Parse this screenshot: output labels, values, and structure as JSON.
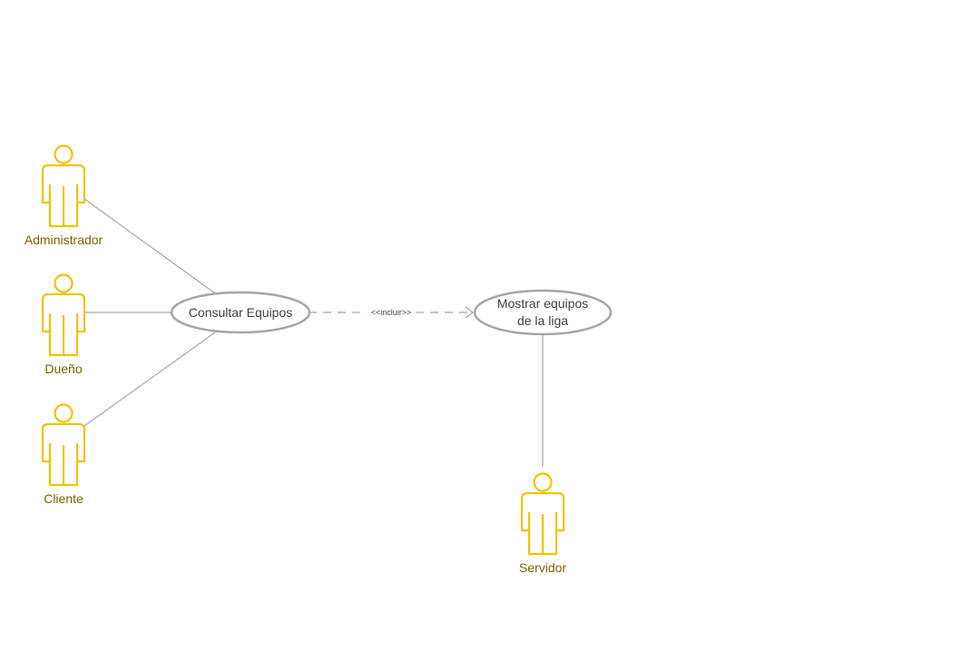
{
  "actors": {
    "administrador": "Administrador",
    "dueno": "Dueño",
    "cliente": "Cliente",
    "servidor": "Servidor"
  },
  "use_cases": {
    "consultar_line1": "Consultar Equipos",
    "mostrar_line1": "Mostrar equipos",
    "mostrar_line2": "de la liga"
  },
  "relations": {
    "include_label": "<<incluir>>"
  },
  "colors": {
    "actor_stroke": "#f2c200",
    "actor_text": "#7f6000",
    "line": "#a6a6a6"
  }
}
